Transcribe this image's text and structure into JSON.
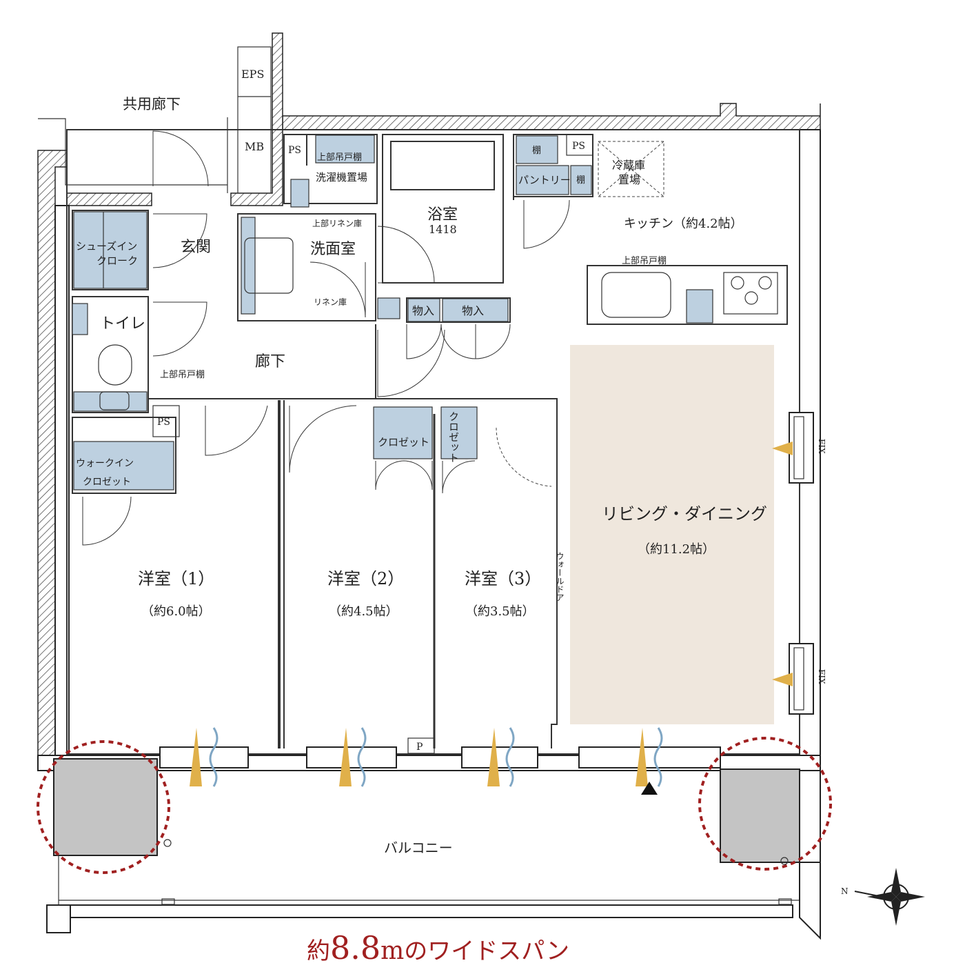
{
  "labels": {
    "common_corridor": "共用廊下",
    "eps": "EPS",
    "mb": "MB",
    "ps": "PS",
    "upper_cabinet": "上部吊戸棚",
    "washer_space": "洗濯機置場",
    "upper_linen": "上部リネン庫",
    "bathroom": "浴室",
    "bath_size": "1418",
    "washroom": "洗面室",
    "entrance": "玄関",
    "shoes_in_cloak_1": "シューズイン",
    "shoes_in_cloak_2": "クローク",
    "toilet": "トイレ",
    "corridor": "廊下",
    "linen": "リネン庫",
    "storage": "物入",
    "shelf": "棚",
    "pantry": "パントリー",
    "fridge_1": "冷蔵庫",
    "fridge_2": "置場",
    "kitchen": "キッチン（約4.2帖）",
    "closet": "クロゼット",
    "walk_in_1": "ウォークイン",
    "walk_in_2": "クロゼット",
    "living_dining": "リビング・ダイニング",
    "living_size": "（約11.2帖）",
    "wall_door": "ウォールドア",
    "room1": "洋室（1）",
    "room1_size": "（約6.0帖）",
    "room2": "洋室（2）",
    "room2_size": "（約4.5帖）",
    "room3": "洋室（3）",
    "room3_size": "（約3.5帖）",
    "fix": "FIX",
    "p": "P",
    "balcony": "バルコニー",
    "compass_n": "N"
  },
  "tagline": {
    "prefix": "約",
    "number": "8.8",
    "unit": "m",
    "suffix": "のワイドスパン"
  },
  "colors": {
    "storage_blue": "#bdd0e0",
    "living_beige": "#efe7dd",
    "pillar_gray": "#c4c4c4",
    "accent_red": "#a02020",
    "light_ray": "#e0b04a",
    "wind_blue": "#7fa6c4"
  }
}
